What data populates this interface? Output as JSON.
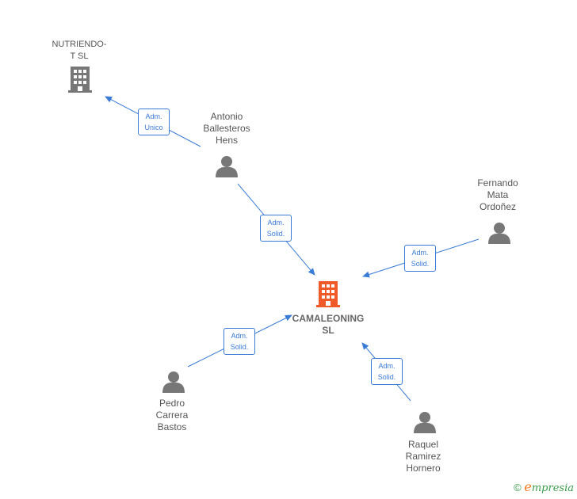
{
  "nodes": {
    "nutriendo": {
      "label": "NUTRIENDO-\nT  SL",
      "type": "company"
    },
    "camaleoning": {
      "label": "CAMALEONING\nSL",
      "type": "company-main"
    },
    "antonio": {
      "label": "Antonio\nBallesteros\nHens",
      "type": "person"
    },
    "fernando": {
      "label": "Fernando\nMata\nOrdoñez",
      "type": "person"
    },
    "pedro": {
      "label": "Pedro\nCarrera\nBastos",
      "type": "person"
    },
    "raquel": {
      "label": "Raquel\nRamirez\nHornero",
      "type": "person"
    }
  },
  "edges": {
    "antonio_nutriendo": {
      "label": "Adm.\nUnico"
    },
    "antonio_camaleoning": {
      "label": "Adm.\nSolid."
    },
    "fernando_camaleoning": {
      "label": "Adm.\nSolid."
    },
    "pedro_camaleoning": {
      "label": "Adm.\nSolid."
    },
    "raquel_camaleoning": {
      "label": "Adm.\nSolid."
    }
  },
  "colors": {
    "edge": "#3a7bd5",
    "company": "#777777",
    "company_main": "#f05a28",
    "person": "#777777"
  },
  "watermark": {
    "symbol": "©",
    "brand_e": "e",
    "brand_rest": "mpresia"
  }
}
